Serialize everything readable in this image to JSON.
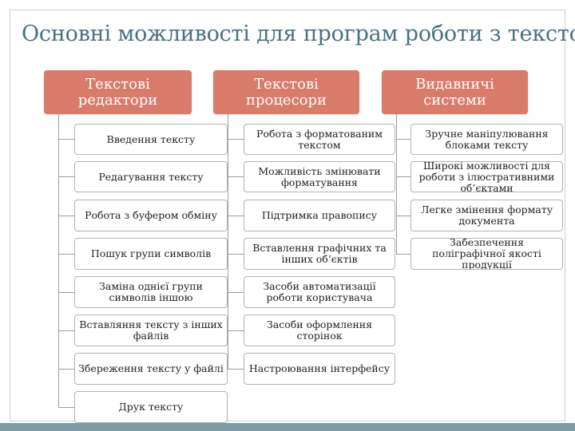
{
  "title": "Основні можливості для програм роботи з текстом",
  "columns": [
    {
      "header": "Текстові редактори",
      "items": [
        "Введення тексту",
        "Редагування тексту",
        "Робота з буфером обміну",
        "Пошук групи символів",
        "Заміна однієї групи символів іншою",
        "Вставляння тексту з інших файлів",
        "Збереження тексту у файлі",
        "Друк тексту"
      ]
    },
    {
      "header": "Текстові процесори",
      "items": [
        "Робота з форматованим текстом",
        "Можливість змінювати форматування",
        "Підтримка правопису",
        "Вставлення графічних та інших об’єктів",
        "Засоби автоматизації роботи користувача",
        "Засоби оформлення сторінок",
        "Настроювання інтерфейсу"
      ]
    },
    {
      "header": "Видавничі системи",
      "items": [
        "Зручне маніпулювання блоками тексту",
        "Широкі можливості для роботи з ілюстративними об’єктами",
        "Легке змінення формату документа",
        "Забезпечення поліграфічної якості продукції"
      ]
    }
  ],
  "colors": {
    "header": "#d97b6b",
    "title": "#4a7180",
    "band": "#7a9ea3"
  }
}
